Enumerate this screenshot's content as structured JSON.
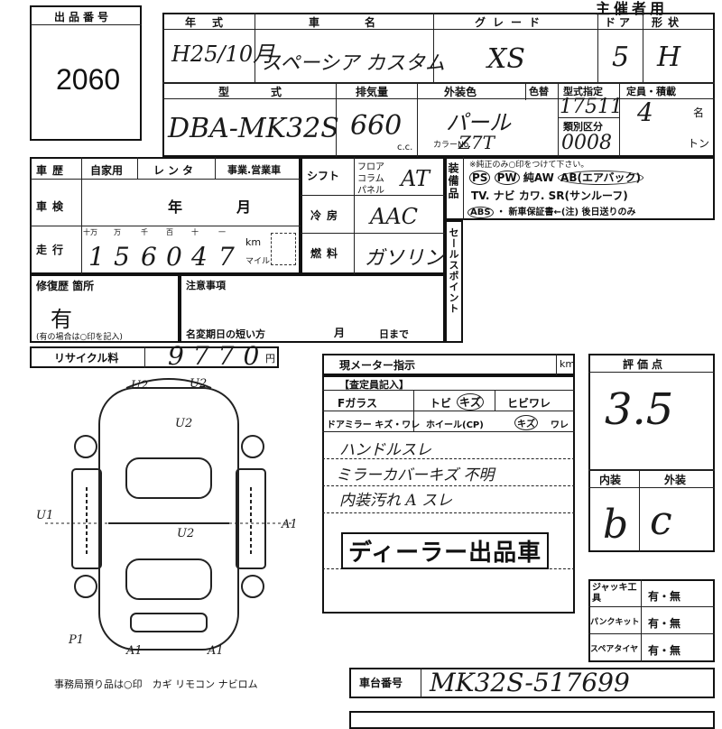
{
  "lot": {
    "label": "出品番号",
    "number": "2060"
  },
  "header": {
    "title_partial": "主催者用"
  },
  "vehicle": {
    "year_label": "年式",
    "year_value": "H25/10月",
    "name_label": "車名",
    "name_value": "スペーシア カスタム",
    "grade_label": "グレード",
    "grade_value": "XS",
    "doors_label": "ドア",
    "doors_value": "5",
    "shape_label": "形状",
    "shape_value": "H",
    "model_label": "型式",
    "model_value": "DBA-MK32S",
    "displacement_label": "排気量",
    "displacement_value": "660",
    "displacement_unit": "c.c.",
    "color_label": "外装色",
    "color_value": "パール",
    "color_code_label": "カラーNo.",
    "color_code_value": "Z7T",
    "shade_label": "色替",
    "type_designation_label": "型式指定",
    "type_designation_value": "17511",
    "class_label": "類別区分",
    "class_value": "0008",
    "capacity_label": "定員・積載",
    "capacity_value": "4",
    "capacity_unit": "名",
    "load_unit": "トン"
  },
  "history": {
    "label": "車歴",
    "options": [
      "自家用",
      "レンタ",
      "事業.営業車"
    ],
    "inspection_label": "車検",
    "inspection_year": "年",
    "inspection_month": "月",
    "mileage_label": "走行",
    "digit_labels": [
      "十万",
      "万",
      "千",
      "百",
      "十",
      "一"
    ],
    "mileage_digits": [
      "1",
      "5",
      "6",
      "0",
      "4",
      "7"
    ],
    "km_label": "km",
    "mile_label": "マイル"
  },
  "drivetrain": {
    "shift_label": "シフト",
    "shift_options": [
      "フロア",
      "コラム",
      "パネル"
    ],
    "shift_value": "AT",
    "ac_label": "冷房",
    "ac_value": "AAC",
    "fuel_label": "燃料",
    "fuel_value": "ガソリン"
  },
  "equipment": {
    "label": "装備品",
    "note": "※純正のみ○印をつけて下さい。",
    "row1": [
      "PS",
      "PW",
      "純AW",
      "AB(エアバック)"
    ],
    "row2": "TV. ナビ カワ. SR(サンルーフ)",
    "row3_abs": "ABS",
    "row3_rest": "・ 新車保証書←(注) 後日送りのみ"
  },
  "sales_point": {
    "label": "セールスポイント"
  },
  "repair": {
    "label": "修復歴 箇所",
    "value": "有",
    "note": "(有の場合は○印を記入)"
  },
  "notes": {
    "label": "注意事項",
    "rename_label": "名変期日の短い方",
    "month": "月",
    "day_before": "日まで"
  },
  "recycle": {
    "label": "リサイクル料",
    "value": "9770",
    "unit": "円"
  },
  "meter": {
    "label": "現メーター指示",
    "unit": "km"
  },
  "inspector": {
    "title": "【査定員記入】",
    "items": [
      "Fガラス",
      "トビ",
      "キズ",
      "ヒビワレ",
      "ドアミラー キズ・ワレ",
      "ホイール(CP)",
      "キズ",
      "ワレ"
    ],
    "remark1": "ハンドルスレ",
    "remark2": "ミラーカバーキズ 不明",
    "remark3": "内装汚れ A スレ",
    "dealer_stamp": "ディーラー出品車"
  },
  "grade": {
    "label": "評価点",
    "value": "3.5",
    "interior_label": "内装",
    "interior_value": "b",
    "exterior_label": "外装",
    "exterior_value": "c"
  },
  "kit": {
    "jack_label": "ジャッキ工具",
    "puncture_label": "パンクキット",
    "spare_label": "スペアタイヤ",
    "answer": "有・無"
  },
  "diagram": {
    "marks": [
      "U2",
      "U2",
      "U2",
      "U2",
      "A1",
      "A1",
      "A1",
      "U1",
      "P1"
    ],
    "footer": "事務局預り品は○印　カギ リモコン ナビロム"
  },
  "chassis": {
    "label": "車台番号",
    "value": "MK32S-517699"
  }
}
